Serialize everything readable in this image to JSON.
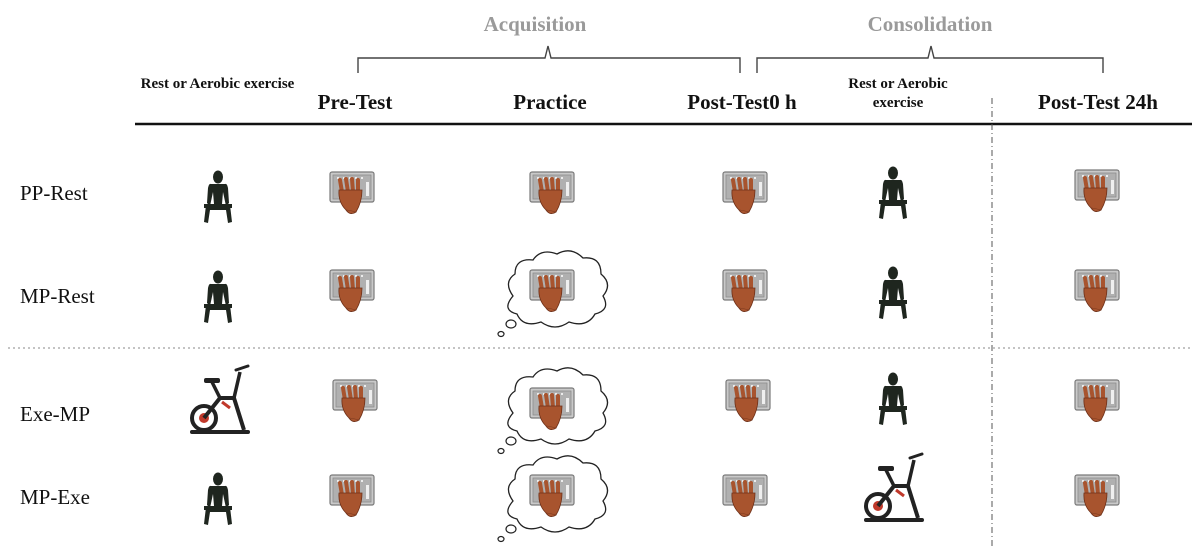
{
  "phases": {
    "acquisition": "Acquisition",
    "consolidation": "Consolidation"
  },
  "columns": {
    "pre_condition": "Rest or Aerobic exercise",
    "pre_test": "Pre-Test",
    "practice": "Practice",
    "post_test_0h": "Post-Test0 h",
    "consolidation_condition": "Rest or Aerobic exercise",
    "post_test_24h": "Post-Test 24h"
  },
  "groups": [
    {
      "label": "PP-Rest",
      "condition_before": "person-sitting",
      "practice": "physical",
      "condition_after": "person-sitting"
    },
    {
      "label": "MP-Rest",
      "condition_before": "person-sitting",
      "practice": "mental",
      "condition_after": "person-sitting"
    },
    {
      "label": "Exe-MP",
      "condition_before": "exercise-bike",
      "practice": "mental",
      "condition_after": "person-sitting"
    },
    {
      "label": "MP-Exe",
      "condition_before": "person-sitting",
      "practice": "mental",
      "condition_after": "exercise-bike"
    }
  ],
  "colors": {
    "phase_text": "#9a9a9a",
    "hand": "#a8542e",
    "keyboard": "#c9c9c9",
    "silhouette": "#1f261f",
    "bike_frame": "#222222",
    "bike_accent": "#c0392b"
  }
}
